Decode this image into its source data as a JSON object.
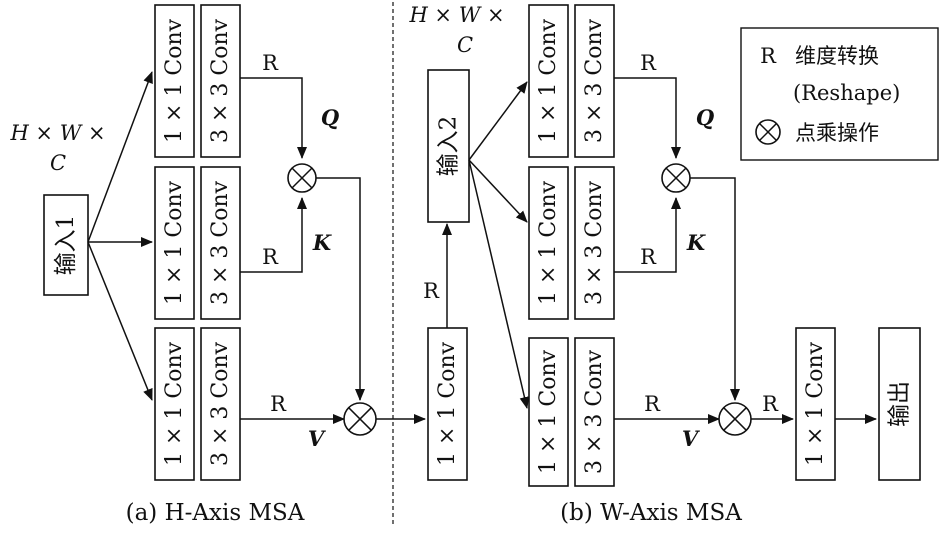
{
  "diagram": {
    "input_shape": {
      "line1": "H × W ×",
      "line2": "C"
    },
    "input1": "输入1",
    "input2": "输入2",
    "output": "输出",
    "conv1x1": "1 × 1 Conv",
    "conv3x3": "3 × 3 Conv",
    "reshape_mark": "R",
    "query": "Q",
    "key": "K",
    "value": "V",
    "caption_a": "(a) H-Axis MSA",
    "caption_b": "(b) W-Axis MSA"
  },
  "legend": {
    "reshape_symbol": "R",
    "reshape_label": "维度转换",
    "reshape_label_en": "(Reshape)",
    "dot_label": "点乘操作"
  },
  "colors": {
    "ink": "#111111",
    "background": "#ffffff"
  }
}
